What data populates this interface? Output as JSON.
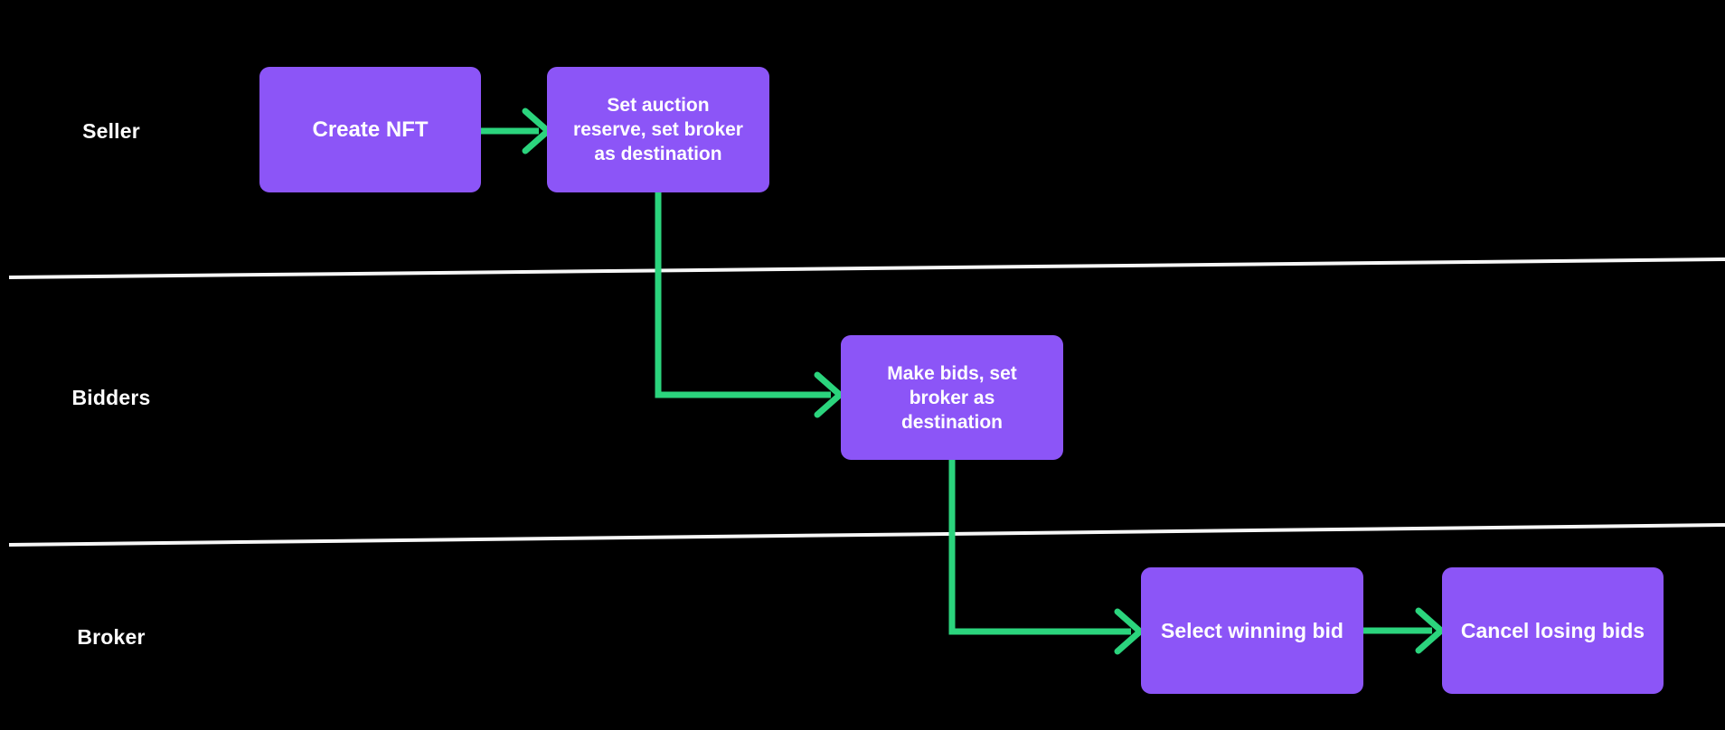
{
  "diagram": {
    "type": "swimlane-flowchart",
    "lanes": [
      {
        "label": "Seller"
      },
      {
        "label": "Bidders"
      },
      {
        "label": "Broker"
      }
    ],
    "nodes": [
      {
        "id": "create-nft",
        "lane": "Seller",
        "label": "Create NFT"
      },
      {
        "id": "set-auction",
        "lane": "Seller",
        "label": "Set auction\nreserve, set broker\nas destination"
      },
      {
        "id": "make-bids",
        "lane": "Bidders",
        "label": "Make bids, set\nbroker as\ndestination"
      },
      {
        "id": "select-bid",
        "lane": "Broker",
        "label": "Select winning bid"
      },
      {
        "id": "cancel-bids",
        "lane": "Broker",
        "label": "Cancel losing bids"
      }
    ],
    "edges": [
      {
        "from": "create-nft",
        "to": "set-auction"
      },
      {
        "from": "set-auction",
        "to": "make-bids"
      },
      {
        "from": "make-bids",
        "to": "select-bid"
      },
      {
        "from": "select-bid",
        "to": "cancel-bids"
      }
    ],
    "colors": {
      "background": "#000000",
      "node_fill": "#8c55f7",
      "node_text": "#ffffff",
      "connector": "#2bd47d",
      "lane_divider": "#ffffff",
      "lane_label": "#ffffff"
    }
  }
}
